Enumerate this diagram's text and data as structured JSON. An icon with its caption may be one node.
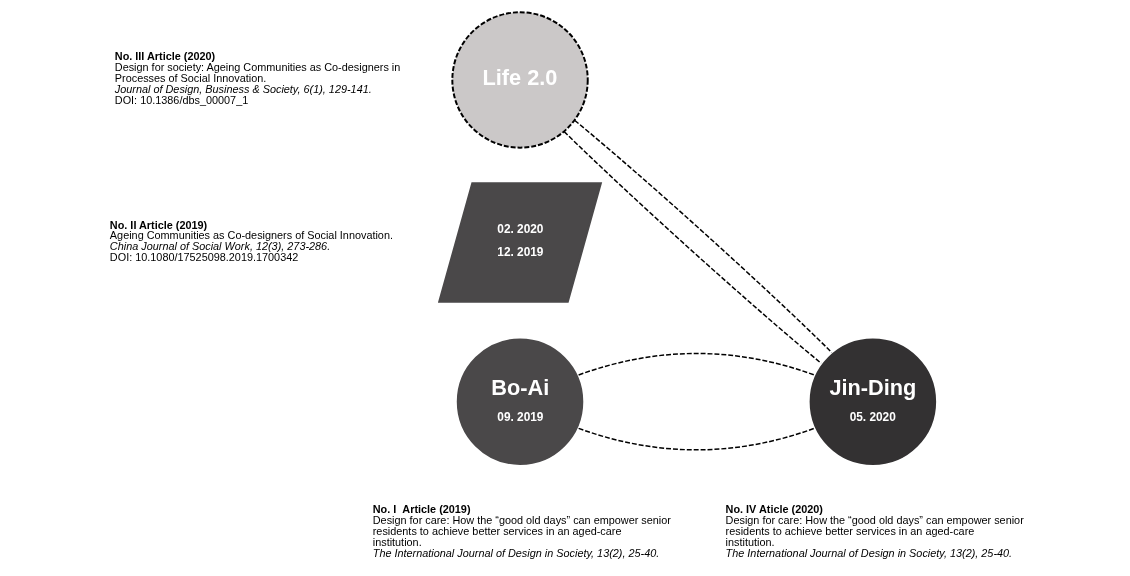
{
  "diagram": {
    "nodes": [
      {
        "text": [
          "Life 2.0"
        ]
      },
      {
        "text": [
          "02. 2020",
          "12. 2019"
        ]
      },
      {
        "text": [
          "Bo-Ai",
          "09. 2019"
        ]
      },
      {
        "text": [
          "Jin-Ding",
          "05. 2020"
        ]
      }
    ],
    "edges": [
      {
        "from": 0,
        "to": 3,
        "arrow": "none",
        "style": "dashed"
      },
      {
        "from": 0,
        "to": 3,
        "arrow": "none",
        "style": "dashed"
      },
      {
        "from": 2,
        "to": 3,
        "arrow": "none",
        "style": "dashed"
      },
      {
        "from": 2,
        "to": 3,
        "arrow": "none",
        "style": "dashed"
      }
    ],
    "labels": [
      "No. III Article (2020)",
      "Design for society: Ageing Communities as Co-designers in Processes of Social Innovation.",
      "Journal of Design, Business & Society, 6(1), 129-141.",
      "DOI: 10.1386/dbs_00007_1",
      "No. II Article (2019)",
      "Ageing Communities as Co-designers of Social Innovation.",
      "China Journal of Social Work, 12(3), 273-286.",
      "DOI: 10.1080/17525098.2019.1700342",
      "No. I  Article (2019)",
      "Design for care: How the “good old days” can empower senior residents to achieve better services in an aged-care institution.",
      "The International Journal of Design in Society, 13(2), 25-40.",
      "No. IV Aticle (2020)",
      "Design for care: How the “good old days” can empower senior residents to achieve better services in an aged-care institution.",
      "The International Journal of Design in Society, 13(2), 25-40."
    ]
  }
}
